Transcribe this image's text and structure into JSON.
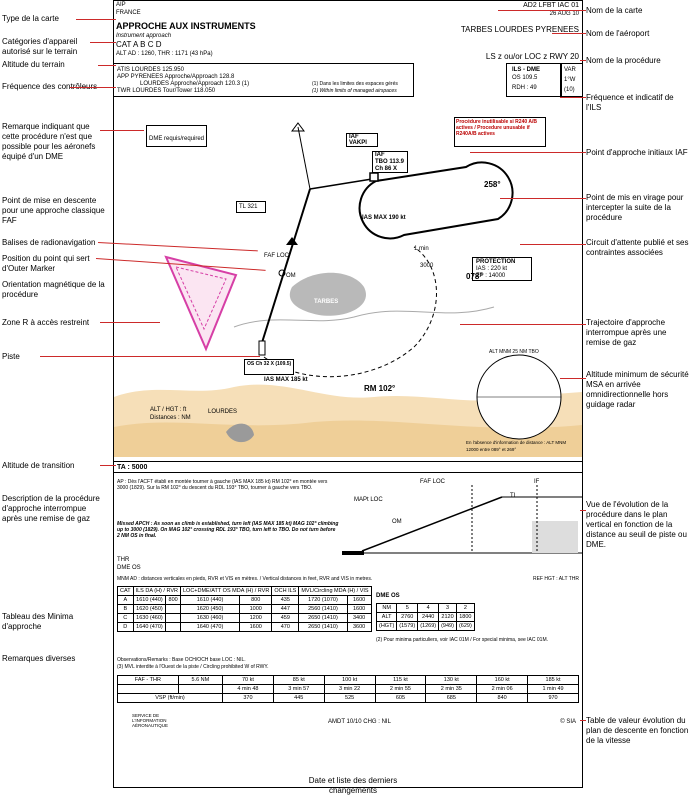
{
  "chart": {
    "aip": "AIP",
    "country": "FRANCE",
    "chart_id": "AD2 LFBT IAC 01",
    "date": "26 AUG 10",
    "title": "APPROCHE AUX INSTRUMENTS",
    "title_en": "Instrument approach",
    "categories": "CAT A B C D",
    "altitudes": "ALT AD : 1260, THR : 1171 (43 hPa)",
    "airport": "TARBES LOURDES PYRENEES",
    "procedure": "LS z ou/or LOC z RWY 20",
    "atis": "ATIS  LOURDES 125.950",
    "app": "APP  PYRENEES Approche/Approach 128.8",
    "app2": "LOURDES Approche/Approach 120.3 (1)",
    "twr": "TWR  LOURDES Tour/Tower 118.050",
    "note1": "(1) Dans les limites des espaces gérés",
    "note2": "(1) Within limits of managed airspaces",
    "ils_label": "ILS - DME",
    "ils_id": "OS 109.5",
    "rdh": "RDH : 49",
    "var_label": "VAR",
    "var_val": "1°W",
    "var_year": "(10)",
    "dme_remark": "DME requis/required",
    "proc_unusable": "Procédure inutilisable si R240 A/B actives / Procedure unusable if R240A/B actives",
    "iaf_label": "IAF",
    "iaf_name": "VAKPI",
    "iaf2_label": "IAF",
    "iaf2_tbo": "TBO 113.9",
    "iaf2_ch": "Ch 86 X",
    "ias_max_190": "IAS MAX 190 kt",
    "ias_max_185": "IAS MAX 185 kt",
    "protection": "PROTECTION",
    "protection_ias": "IAS : 220 kt",
    "protection_zp": "ZP : 14000",
    "heading_258": "258°",
    "heading_078": "078°",
    "one_min": "1 min",
    "alt_3000": "3000",
    "tl321": "TL 321",
    "faf_loc": "FAF LOC",
    "om": "OM",
    "lourdes": "LOURDES",
    "tarbes": "TARBES",
    "rm_102": "RM 102°",
    "ils_box": "OS Ch 32 X (109.5)",
    "alt_hgt": "ALT / HGT : ft",
    "distances": "Distances : NM",
    "msa_title": "ALT MNM 25 NM TBO",
    "msa_note": "En l'absence d'information de distance : ALT MNM 12000 entre 089° et 269°",
    "ta": "TA : 5000",
    "ma_fr": "AP : Dès l'ACFT établi en montée tourner à gauche (IAS MAX 185 kt) RM 102° en montée vers 3000 (1829). Sur la RM 102° du descent du RDL 193° TBO, tourner à gauche vers TBO.",
    "ma_en": "Missed APCH : As soon as climb is established, turn left (IAS MAX 185 kt) MAG 102° climbing up to 3000 (1829). On MAG 102° crossing RDL 193° TBO, turn left to TBO. Do not turn before 2 NM OS in final.",
    "thr_label": "THR",
    "dme_os_label": "DME OS",
    "profile_mapt": "MAPt LOC",
    "profile_faf": "FAF LOC",
    "profile_om": "OM",
    "profile_tl": "TL",
    "profile_if": "IF",
    "minima_note": "MNM AD : distances verticales en pieds, RVR et VIS en mètres. / Vertical distances in feet, RVR and VIS in metres.",
    "ref_hgt": "REF HGT : ALT THR",
    "remarks": "Observations/Remarks : Base OCH/OCH base LOC : NIL.",
    "remarks2": "(3) MVL interdite à l'Ouest de la piste / Circling prohibited W of RWY.",
    "amdt": "AMDT 10/10 CHG : NIL",
    "sia": "© SIA",
    "sia_org": "SERVICE DE L'INFORMATION AÉRONAUTIQUE"
  },
  "minima": {
    "headers": [
      "CAT",
      "ILS DA (H) / RVR",
      "LOC+DME/ATT OS MDA (H) / RVR",
      "OCH ILS",
      "MVL/Circling MDA (H) / VIS"
    ],
    "rows": [
      [
        "A",
        "1610 (440)",
        "800",
        "1610 (440)",
        "800",
        "435",
        "1720 (1070)",
        "1600"
      ],
      [
        "B",
        "1620 (450)",
        "",
        "1620 (450)",
        "1000",
        "447",
        "2560 (1410)",
        "1600"
      ],
      [
        "C",
        "1630 (460)",
        "",
        "1630 (460)",
        "1200",
        "459",
        "2650 (1410)",
        "3400"
      ],
      [
        "D",
        "1640 (470)",
        "",
        "1640 (470)",
        "1600",
        "470",
        "2650 (1410)",
        "3600"
      ]
    ],
    "dme_title": "DME OS",
    "dme_nm": [
      "NM",
      "5",
      "4",
      "3",
      "2"
    ],
    "dme_alt": [
      "ALT",
      "2760",
      "2440",
      "2120",
      "1800"
    ],
    "dme_hgt": [
      "(HGT)",
      "(1579)",
      "(1269)",
      "(949)",
      "(629)"
    ],
    "dme_note": "(2) Pour minima particuliers, voir IAC 01M / For special minima, see IAC 01M."
  },
  "speeds": {
    "row1_label": "FAF - THR",
    "row1_dist": "5.6 NM",
    "row2_label": "VSP (ft/min)",
    "cols": [
      "70 kt",
      "85 kt",
      "100 kt",
      "115 kt",
      "130 kt",
      "160 kt",
      "185 kt"
    ],
    "times": [
      "4 min 48",
      "3 min 57",
      "3 min 22",
      "2 min 55",
      "2 min 35",
      "2 min 06",
      "1 min 49"
    ],
    "vsp": [
      "370",
      "445",
      "525",
      "605",
      "685",
      "840",
      "970"
    ]
  },
  "annotations": {
    "left": [
      "Type de la carte",
      "Catégories d'appareil autorisé sur le terrain",
      "Altitude du terrain",
      "Fréquence des contrôleurs",
      "Remarque indiquant que cette procédure n'est que possible pour les aéronefs équipé d'un DME",
      "Point de mise en descente pour une approche classique FAF",
      "Balises de radionavigation",
      "Position du point qui sert d'Outer Marker",
      "Orientation magnétique de la procédure",
      "Zone R à accès restreint",
      "Piste",
      "Altitude de transition",
      "Description de la procédure d'approche interrompue après une remise de gaz",
      "Tableau des Minima d'approche",
      "Remarques diverses"
    ],
    "right": [
      "Nom de la carte",
      "Nom de l'aéroport",
      "Nom de la procédure",
      "Fréquence et indicatif de l'ILS",
      "Point d'approche initiaux IAF",
      "Point de mis en virage pour intercepter la suite de la procédure",
      "Circuit d'attente publié et ses contraintes associées",
      "Trajectoire d'approche interrompue après une remise de gaz",
      "Altitude minimum de sécurité MSA en arrivée omnidirectionnelle hors guidage radar",
      "Vue de l'évolution de la procédure dans le plan vertical en fonction de la distance au seuil de piste ou DME.",
      "Table de valeur évolution du plan de descente en fonction de la vitesse"
    ],
    "bottom": "Date et liste des derniers changements"
  }
}
